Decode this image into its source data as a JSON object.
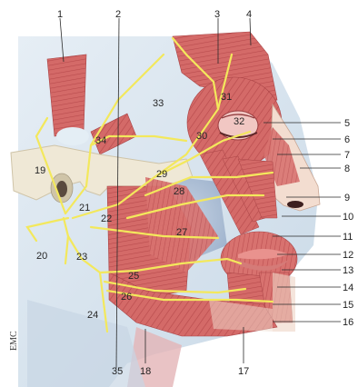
{
  "figure": {
    "logo_text": "EMC",
    "labels": [
      "1",
      "2",
      "3",
      "4",
      "5",
      "6",
      "7",
      "8",
      "9",
      "10",
      "11",
      "12",
      "13",
      "14",
      "15",
      "16",
      "17",
      "18",
      "19",
      "20",
      "21",
      "22",
      "23",
      "24",
      "25",
      "26",
      "27",
      "28",
      "29",
      "30",
      "31",
      "32",
      "33",
      "34",
      "35"
    ],
    "colors": {
      "muscle": "#d9706e",
      "muscle_dark": "#b9484a",
      "muscle_light": "#eaa6a2",
      "nerve": "#f2e65a",
      "bone": "#efe8d6",
      "bone_edge": "#cfc4a8",
      "skin_bg": "#dde8f1",
      "cartilage": "#f4ead8"
    }
  }
}
